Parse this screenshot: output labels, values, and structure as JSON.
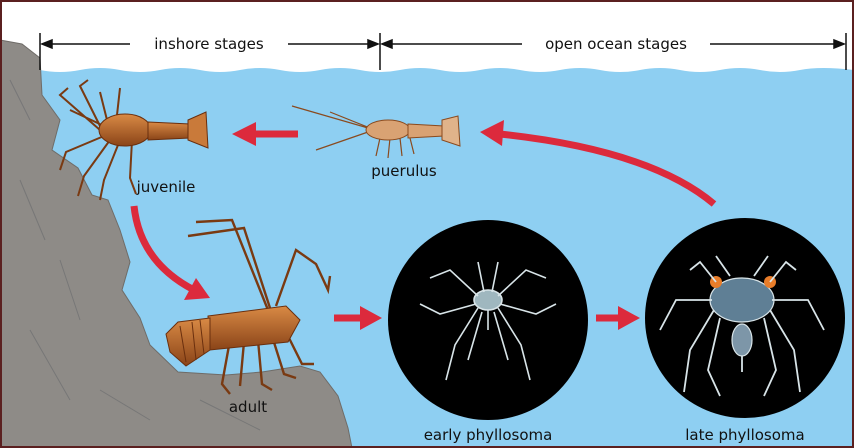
{
  "header": {
    "inshore_label": "inshore stages",
    "open_ocean_label": "open ocean stages"
  },
  "stages": {
    "juvenile": "juvenile",
    "puerulus": "puerulus",
    "adult": "adult",
    "early_phyllosoma": "early phyllosoma",
    "late_phyllosoma": "late phyllosoma"
  },
  "colors": {
    "water": "#8ecff2",
    "rock": "#8e8b87",
    "arrow": "#dc2a3c",
    "frame": "#5b2020",
    "lobster": "#b8642a",
    "larva_circle": "#000000"
  }
}
